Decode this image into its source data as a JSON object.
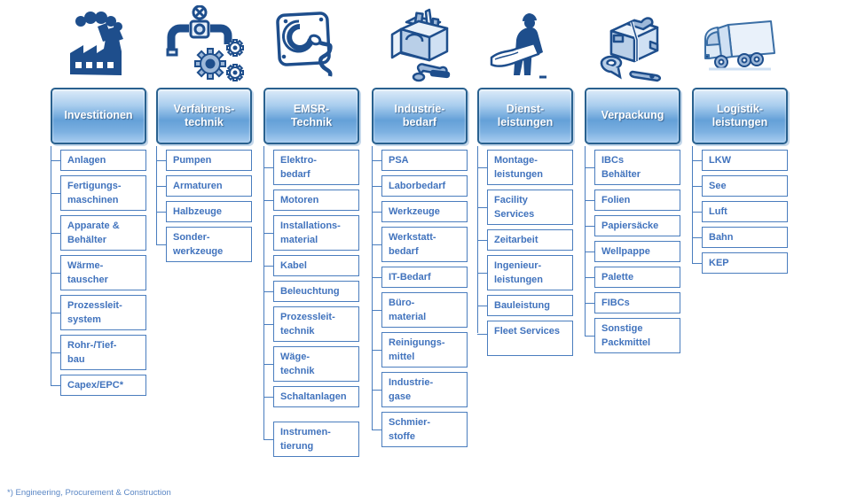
{
  "footnote": "*) Engineering, Procurement & Construction",
  "colors": {
    "header_border": "#29618f",
    "header_gradient_top": "#ddebf9",
    "header_gradient_mid": "#64a0d8",
    "item_blue": "#4a7dbe",
    "item_text": "#4173bd",
    "icon_dark": "#1e4e8c",
    "icon_light": "#cfe0f3"
  },
  "columns": [
    {
      "title": "Investitionen",
      "icon": "factory-icon",
      "items": [
        "Anlagen",
        "Fertigungs-\nmaschinen",
        "Apparate &\nBehälter",
        "Wärme-\ntauscher",
        "Prozessleit-\nsystem",
        "Rohr-/Tief-\nbau",
        "Capex/EPC*"
      ]
    },
    {
      "title": "Verfahrens-\ntechnik",
      "icon": "valve-gears-icon",
      "items": [
        "Pumpen",
        "Armaturen",
        "Halbzeuge",
        "Sonder-\nwerkzeuge"
      ]
    },
    {
      "title": "EMSR-\nTechnik",
      "icon": "cable-socket-icon",
      "items": [
        "Elektro-\nbedarf",
        "Motoren",
        "Installations-\nmaterial",
        "Kabel",
        "Beleuchtung",
        "Prozessleit-\ntechnik",
        "Wäge-\ntechnik",
        "Schaltanlagen",
        "Instrumen-\ntierung"
      ]
    },
    {
      "title": "Industrie-\nbedarf",
      "icon": "toolbox-icon",
      "items": [
        "PSA",
        "Laborbedarf",
        "Werkzeuge",
        "Werkstatt-\nbedarf",
        "IT-Bedarf",
        "Büro-\nmaterial",
        "Reinigungs-\nmittel",
        "Industrie-\ngase",
        "Schmier-\nstoffe"
      ]
    },
    {
      "title": "Dienst-\nleistungen",
      "icon": "worker-blueprint-icon",
      "items": [
        "Montage-\nleistungen",
        "Facility\nServices",
        "Zeitarbeit",
        "Ingenieur-\nleistungen",
        "Bauleistung",
        "Fleet Services"
      ]
    },
    {
      "title": "Verpackung",
      "icon": "package-tape-icon",
      "items": [
        "IBCs\nBehälter",
        "Folien",
        "Papiersäcke",
        "Wellpappe",
        "Palette",
        "FIBCs",
        "Sonstige\nPackmittel"
      ]
    },
    {
      "title": "Logistik-\nleistungen",
      "icon": "truck-icon",
      "items": [
        "LKW",
        "See",
        "Luft",
        "Bahn",
        "KEP"
      ]
    }
  ]
}
